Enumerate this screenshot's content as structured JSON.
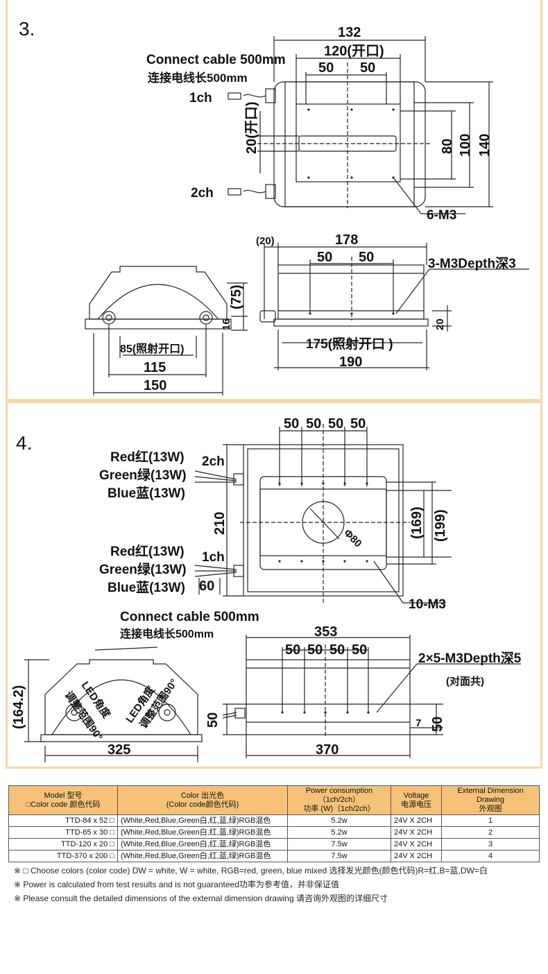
{
  "section3": {
    "number": "3.",
    "dims": {
      "top_total": "132",
      "opening": "120(开口)",
      "half_a": "50",
      "half_b": "50",
      "h80": "80",
      "h100": "100",
      "h140": "140",
      "open20": "20(开口)",
      "side_offset": "(20)",
      "side_total": "178",
      "side_a": "50",
      "side_b": "50",
      "side_h20": "20",
      "open175": "175(照射开口 )",
      "w190": "190",
      "front_open": "85(照射开口)",
      "front_115": "115",
      "front_150": "150",
      "front_h75": "(75)",
      "front_h16": "16"
    },
    "labels": {
      "cable_en": "Connect cable 500mm",
      "cable_cn": "连接电线长500mm",
      "ch1": "1ch",
      "ch2": "2ch",
      "screw": "6-M3",
      "depth": "3-M3Depth深3"
    }
  },
  "section4": {
    "number": "4.",
    "dims": {
      "t50a": "50",
      "t50b": "50",
      "t50c": "50",
      "t50d": "50",
      "h210": "210",
      "h169": "(169)",
      "h199": "(199)",
      "phi": "Φ80",
      "w60": "60",
      "w353": "353",
      "b50a": "50",
      "b50b": "50",
      "b50c": "50",
      "b50d": "50",
      "h50": "50",
      "h7": "7",
      "h50r": "50",
      "w370": "370",
      "f164": "(164.2)",
      "f50": "50",
      "w325": "325"
    },
    "labels": {
      "red2": "Red红(13W)",
      "green2": "Green绿(13W)",
      "blue2": "Blue蓝(13W)",
      "ch2": "2ch",
      "red1": "Red红(13W)",
      "green1": "Green绿(13W)",
      "blue1": "Blue蓝(13W)",
      "ch1": "1ch",
      "cable_en": "Connect cable 500mm",
      "cable_cn": "连接电线长500mm",
      "screw": "10-M3",
      "depth": "2×5-M3Depth深5",
      "both": "(对面共)",
      "led_angle": "LED角度",
      "adjust": "调整范围90°"
    }
  },
  "table": {
    "headers": [
      {
        "line1": "Model 型号",
        "line2": "□Color code 颜色代码"
      },
      {
        "line1": "Color 出光色",
        "line2": "(Color code颜色代码)"
      },
      {
        "line1": "Power consumption（1ch/2ch）",
        "line2": "功率   (W)（1ch/2ch）"
      },
      {
        "line1": "Voltage",
        "line2": "电源电压"
      },
      {
        "line1": "External Dimension Drawing",
        "line2": "外观图"
      }
    ],
    "rows": [
      {
        "model": "TTD-84 x 52  □",
        "color": "(White,Red,Blue,Green白,红,蓝,绿)RGB混色",
        "power": "5.2w",
        "voltage": "24V X 2CH",
        "drawing": "1"
      },
      {
        "model": "TTD-65 x 30  □",
        "color": "(White,Red,Blue,Green白,红,蓝,绿)RGB混色",
        "power": "5.2w",
        "voltage": "24V X 2CH",
        "drawing": "2"
      },
      {
        "model": "TTD-120 x 20  □",
        "color": "(White,Red,Blue,Green白,红,蓝,绿)RGB混色",
        "power": "7.5w",
        "voltage": "24V X 2CH",
        "drawing": "3"
      },
      {
        "model": "TTD-370 x 200  □",
        "color": "(White,Red,Blue,Green白,红,蓝,绿)RGB混色",
        "power": "7.5w",
        "voltage": "24V X 2CH",
        "drawing": "4"
      }
    ]
  },
  "notes": [
    "※ □ Choose colors (color code) DW = white, W = white, RGB=red, green, blue mixed    选择发光颜色(颜色代码)R=红,B=蓝,DW=白",
    "※ Power is calculated from test results and is not guaranteed功率为参考值，并非保证值",
    "※ Please consult the detailed dimensions of the external dimension drawing 请咨询外观图的详细尺寸"
  ],
  "colors": {
    "panel_border": "#f3d9a8",
    "header_fill": "#f6c27a"
  }
}
